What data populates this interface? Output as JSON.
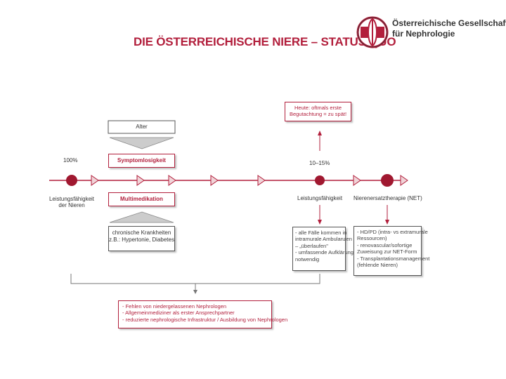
{
  "title": "DIE ÖSTERREICHISCHE NIERE – STATUS QUO",
  "logo": {
    "line1": "Österreichische Gesellschaft",
    "line2": "für Nephrologie"
  },
  "timeline": {
    "start_percent": "100%",
    "start_label": [
      "Leistungsfähigkeit",
      "der Nieren"
    ],
    "mid_percent": "10–15%",
    "mid_label": "Leistungsfähigkeit",
    "end_label": "Nierenersatztherapie (NET)"
  },
  "factors": {
    "alter": "Alter",
    "symptomlosigkeit": "Symptomlosigkeit",
    "multimedikation": "Multimedikation",
    "chronic": [
      "chronische Krankheiten",
      "z.B.: Hypertonie, Diabetes"
    ]
  },
  "heute_box": [
    "Heute: oftmals erste",
    "Begutachtung = zu spät!"
  ],
  "mid_box": [
    "- alle Fälle kommen in",
    "  intramurale Ambulanzen",
    "  – „überlaufen\"",
    "- umfassende Aufklärung",
    "  notwendig"
  ],
  "end_box": [
    "- HD/PD (intra- vs extramurale",
    "  Ressourcen)",
    "- renovascular/sofortige",
    "  Zuweisung zur NET-Form",
    "- Transplantationsmanagement",
    "  (fehlende Nieren)"
  ],
  "bottom_box": [
    "- Fehlen von niedergelassenen Nephrologen",
    "- Allgemeinmediziner als erster Ansprechpartner",
    "- reduzierte nephrologische Infrastruktur / Ausbildung von Nephrologen"
  ],
  "colors": {
    "accent": "#b21f3c",
    "node": "#a01830",
    "line": "#b21f3c"
  }
}
